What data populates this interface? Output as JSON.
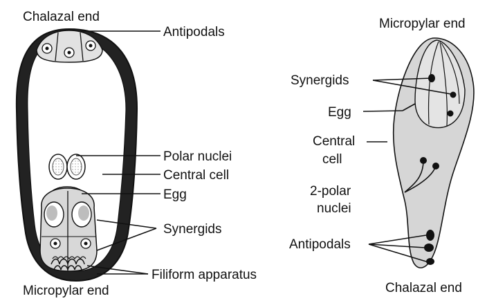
{
  "left_diagram": {
    "top_label": "Chalazal end",
    "bottom_label": "Micropylar end",
    "labels": {
      "antipodals": "Antipodals",
      "polar_nuclei": "Polar nuclei",
      "central_cell": "Central cell",
      "egg": "Egg",
      "synergids": "Synergids",
      "filiform": "Filiform apparatus"
    }
  },
  "right_diagram": {
    "top_label": "Micropylar end",
    "bottom_label": "Chalazal end",
    "labels": {
      "synergids": "Synergids",
      "egg": "Egg",
      "central_line1": "Central",
      "central_line2": "cell",
      "polar_line1": "2-polar",
      "polar_line2": "nuclei",
      "antipodals": "Antipodals"
    }
  },
  "colors": {
    "ink": "#111111",
    "cell_fill": "#dcdcdc",
    "wall": "#222222",
    "nucleus": "#8a8a8a"
  }
}
